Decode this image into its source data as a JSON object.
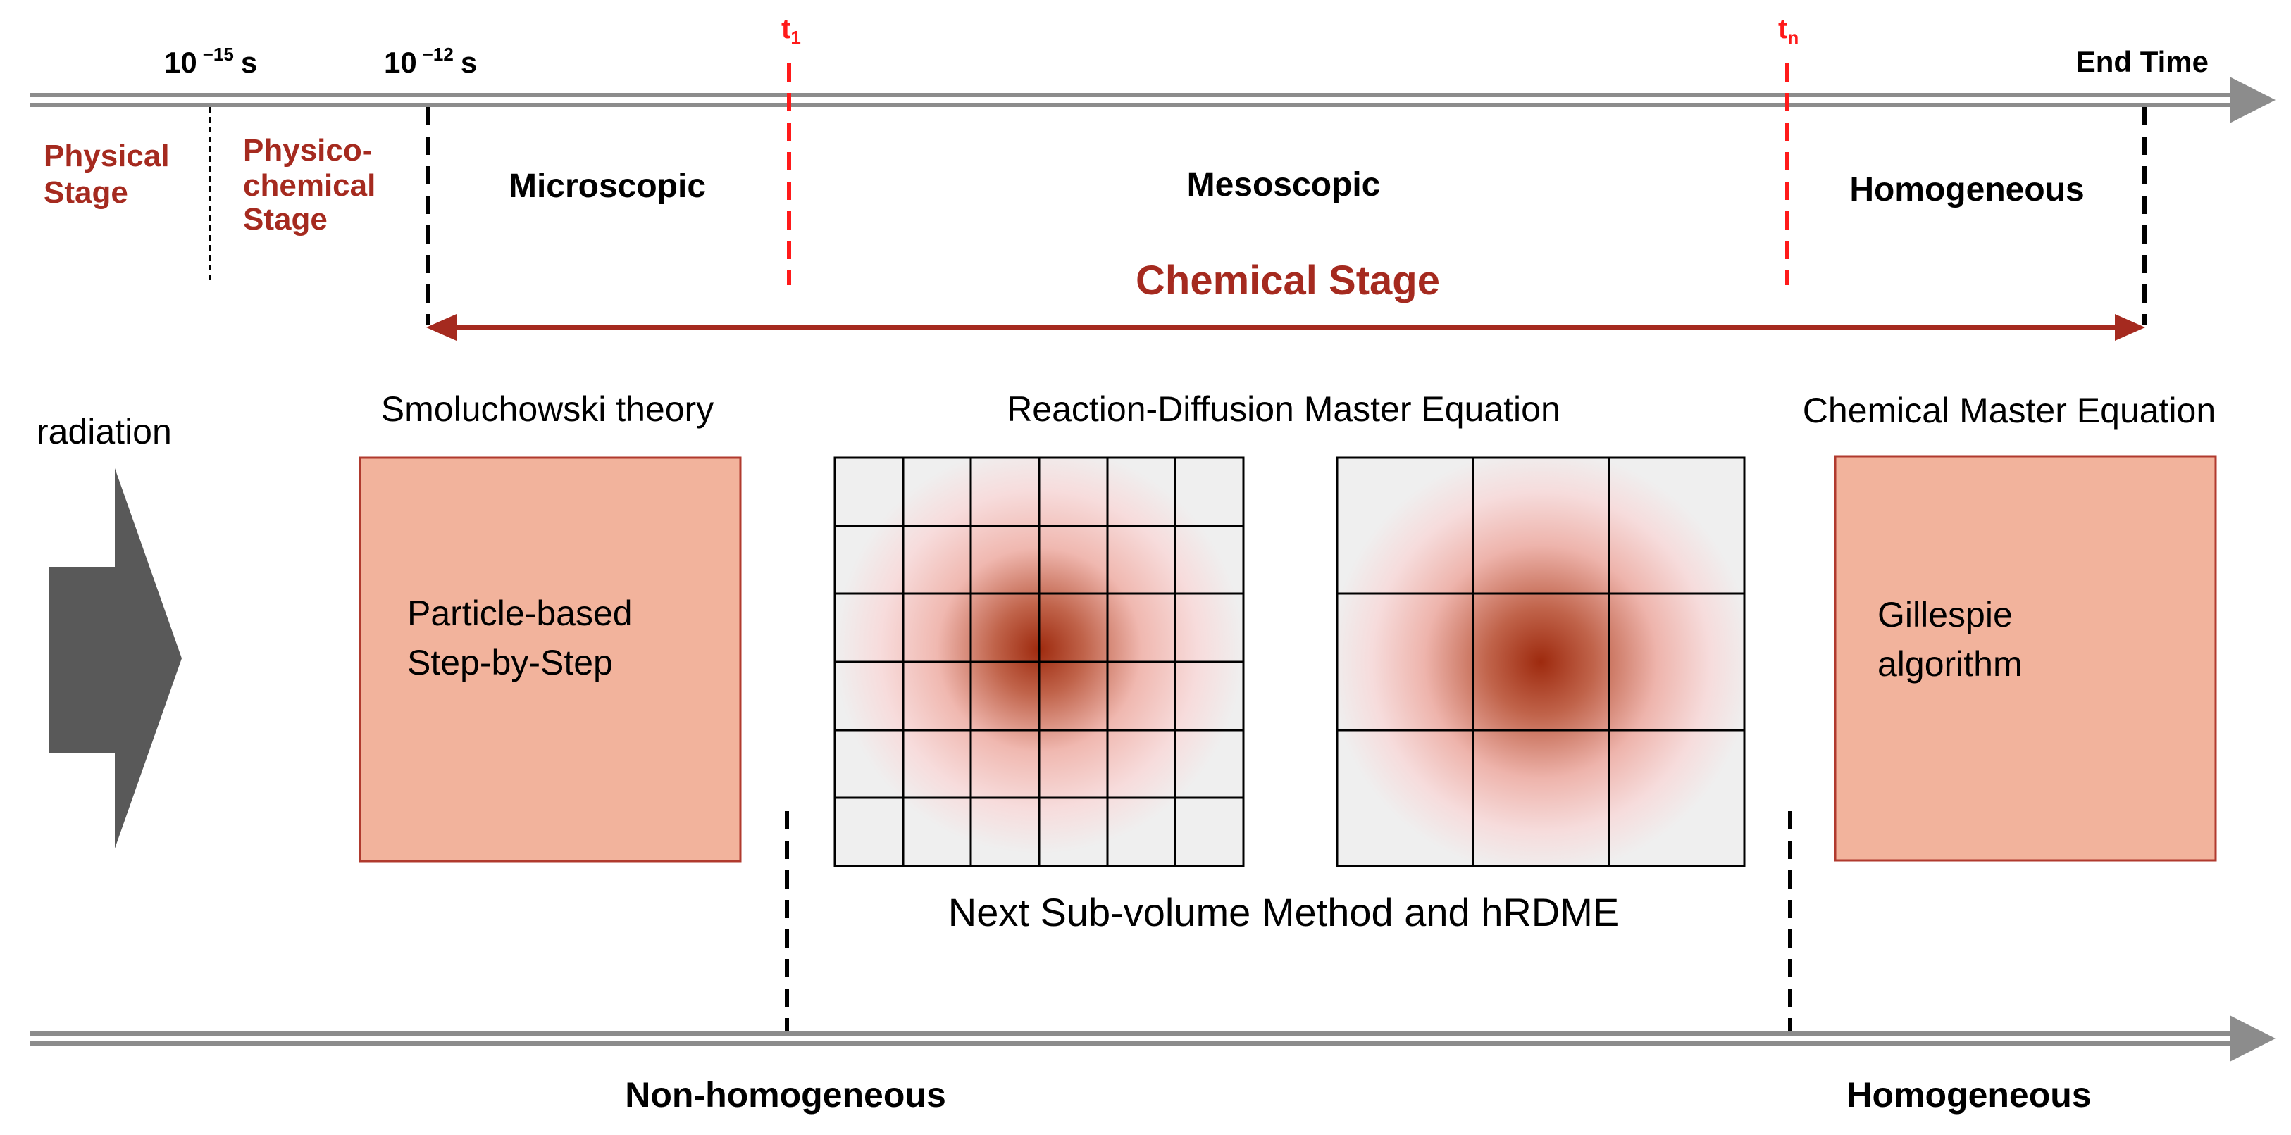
{
  "timeline": {
    "time_1e15": {
      "base": "10",
      "exp": "−15",
      "unit": "s"
    },
    "time_1e12": {
      "base": "10",
      "exp": "−12",
      "unit": "s"
    },
    "t1": {
      "base": "t",
      "sub": "1"
    },
    "tn": {
      "base": "t",
      "sub": "n"
    },
    "end_time": "End Time"
  },
  "stages": {
    "physical": [
      "Physical",
      "Stage"
    ],
    "physicochemical": [
      "Physico-",
      "chemical",
      "Stage"
    ],
    "microscopic": "Microscopic",
    "mesoscopic": "Mesoscopic",
    "homogeneous_top": "Homogeneous",
    "chemical_stage": "Chemical Stage"
  },
  "radiation": "radiation",
  "theories": {
    "smoluchowski": "Smoluchowski theory",
    "rdme": "Reaction-Diffusion Master Equation",
    "cme": "Chemical Master Equation"
  },
  "boxes": {
    "particle": [
      "Particle-based",
      "Step-by-Step"
    ],
    "gillespie": [
      "Gillespie",
      "algorithm"
    ]
  },
  "method_caption": "Next Sub-volume Method and hRDME",
  "bottom_axis": {
    "non_homogeneous": "Non-homogeneous",
    "homogeneous": "Homogeneous"
  },
  "colors": {
    "axis": "#8c8c8c",
    "stage_brown": "#a52a1f",
    "marker_red": "#ff1a1a",
    "box_fill": "#f2b39c",
    "box_border": "#b03a2e",
    "arrow_dark": "#595959",
    "grid_center": "#9e2a0e",
    "grid_bg": "#f1f1f1"
  },
  "icons": {
    "radiation_arrow": "block-arrow-right-icon",
    "axis_arrow": "arrow-right-icon",
    "double_arrow": "double-headed-arrow-icon"
  }
}
